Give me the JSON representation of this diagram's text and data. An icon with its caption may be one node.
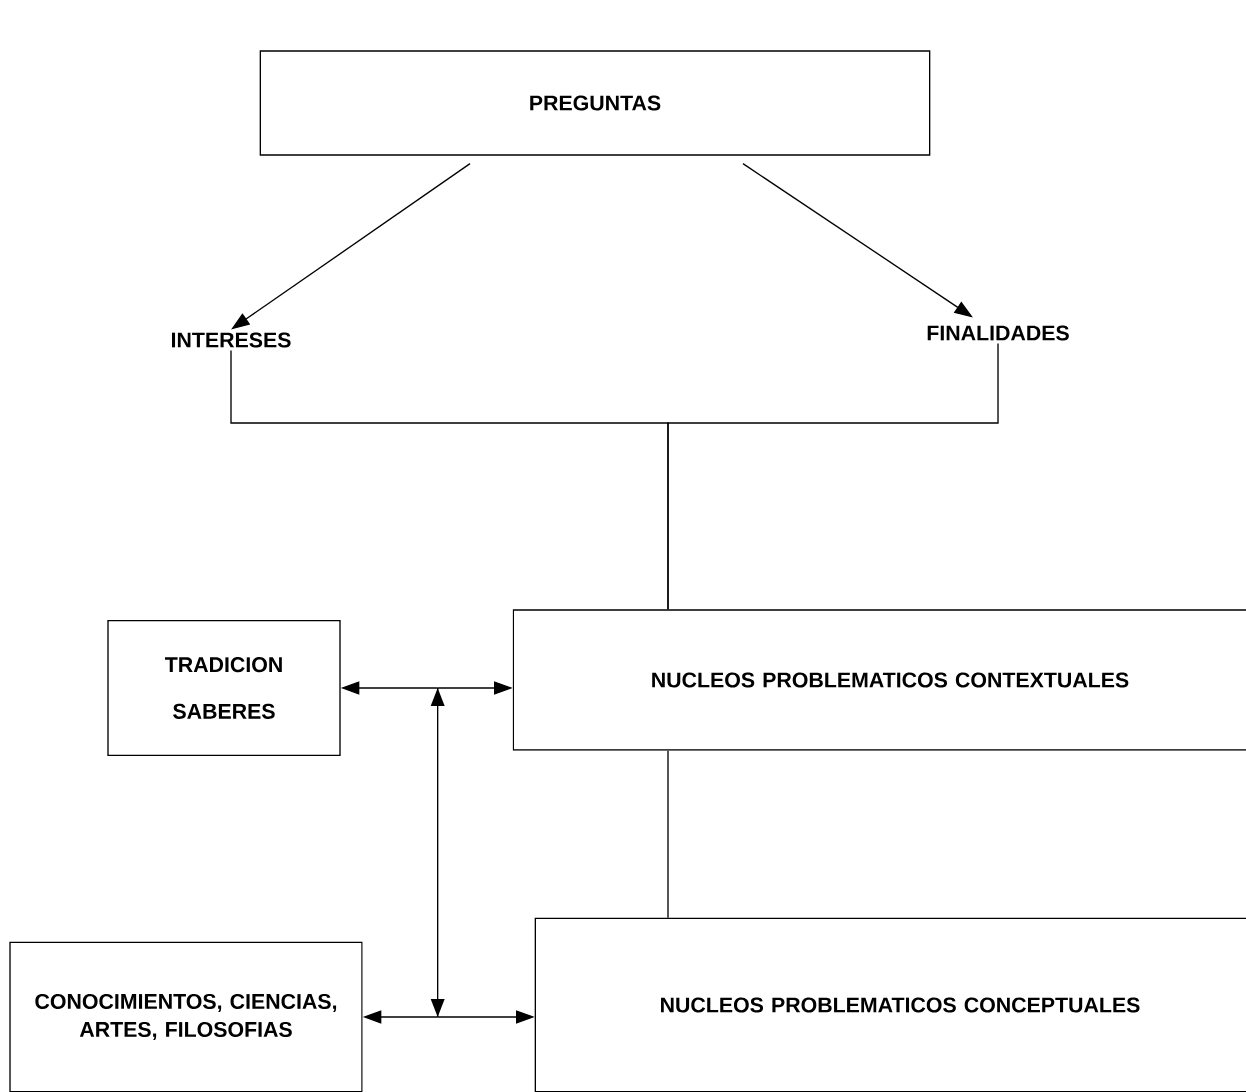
{
  "diagram": {
    "nodes": [
      {
        "text": [
          "PREGUNTAS"
        ]
      },
      {
        "text": [
          "INTERESES"
        ]
      },
      {
        "text": [
          "FINALIDADES"
        ]
      },
      {
        "text": [
          "TRADICION",
          "SABERES"
        ]
      },
      {
        "text": [
          "NUCLEOS  PROBLEMATICOS CONTEXTUALES"
        ]
      },
      {
        "text": [
          "CONOCIMIENTOS, CIENCIAS, ARTES, FILOSOFIAS"
        ]
      },
      {
        "text": [
          "NUCLEOS PROBLEMATICOS CONCEPTUALES"
        ]
      }
    ],
    "edges": [
      {
        "from": 0,
        "to": 1,
        "arrow": "to"
      },
      {
        "from": 0,
        "to": 2,
        "arrow": "to"
      },
      {
        "from": 1,
        "to": 4,
        "arrow": "none"
      },
      {
        "from": 2,
        "to": 4,
        "arrow": "none"
      },
      {
        "from": 4,
        "to": 6,
        "arrow": "none"
      },
      {
        "from": 3,
        "to": 4,
        "arrow": "both"
      },
      {
        "from": 5,
        "to": 6,
        "arrow": "both"
      },
      {
        "from": 3,
        "to": 5,
        "arrow": "both"
      }
    ]
  }
}
